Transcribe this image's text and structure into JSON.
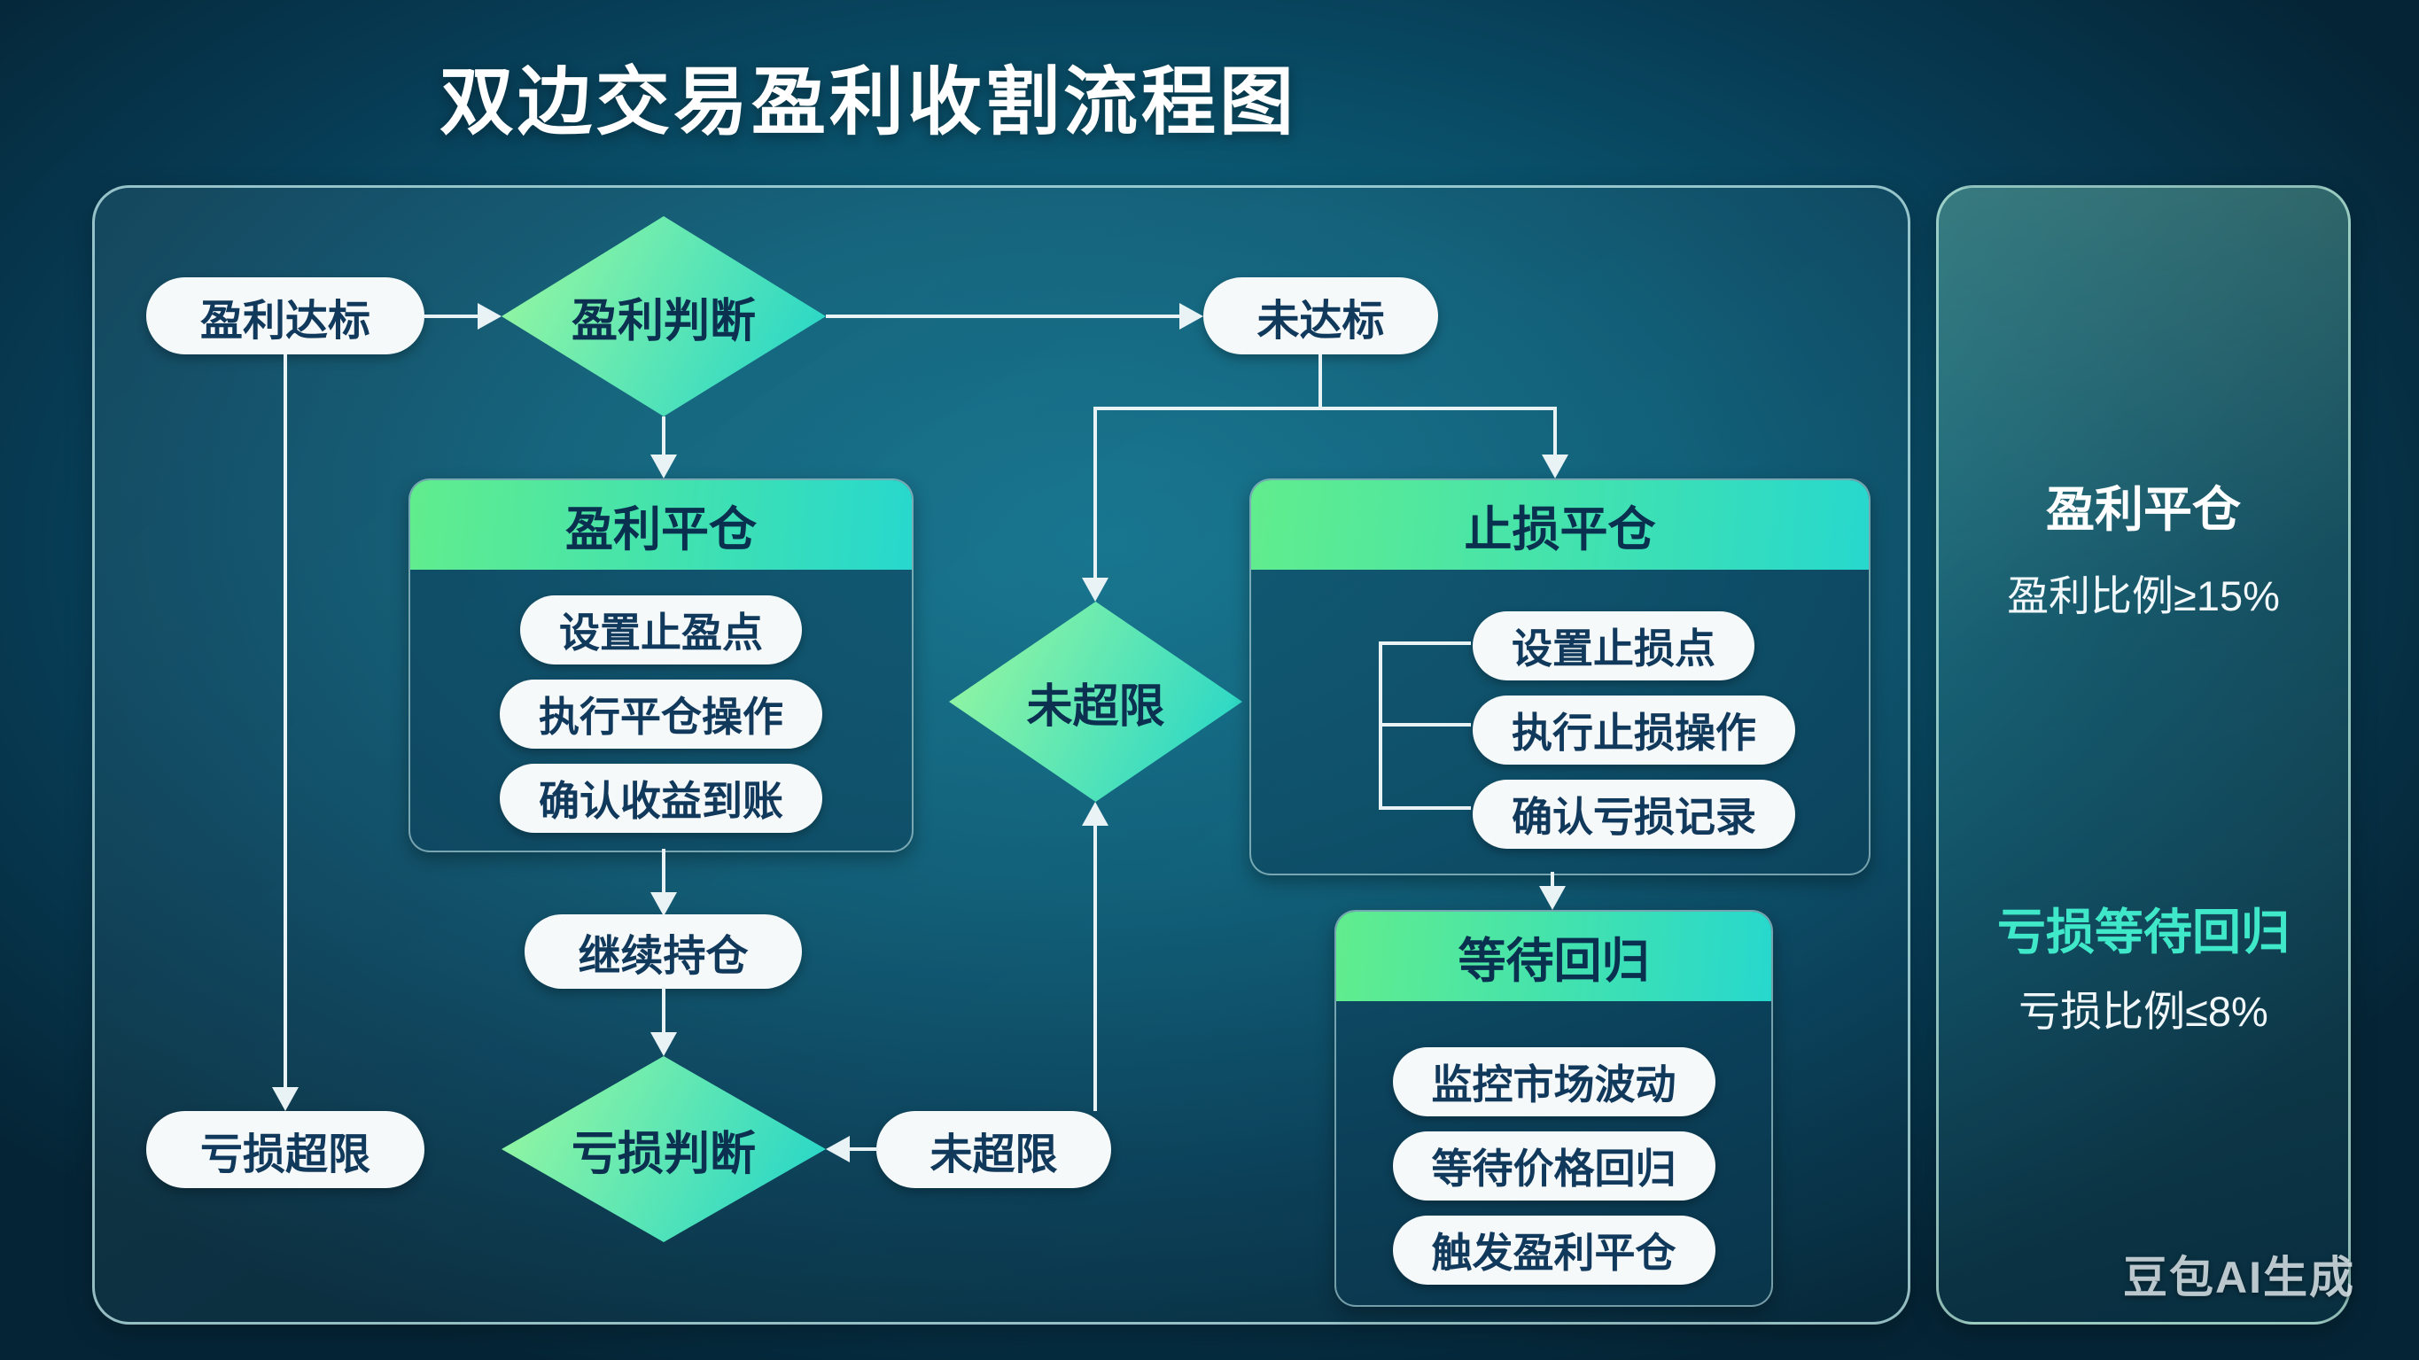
{
  "title": "双边交易盈利收割流程图",
  "flow": {
    "profit_reached": "盈利达标",
    "profit_judgment": "盈利判断",
    "not_reached": "未达标",
    "not_exceeded_mid": "未超限",
    "hold_position": "继续持仓",
    "loss_judgment": "亏损判断",
    "loss_exceeded": "亏损超限",
    "not_exceeded_bottom": "未超限",
    "profit_close": {
      "title": "盈利平仓",
      "steps": [
        "设置止盈点",
        "执行平仓操作",
        "确认收益到账"
      ]
    },
    "stop_loss": {
      "title": "止损平仓",
      "steps": [
        "设置止损点",
        "执行止损操作",
        "确认亏损记录"
      ]
    },
    "wait_return": {
      "title": "等待回归",
      "steps": [
        "监控市场波动",
        "等待价格回归",
        "触发盈利平仓"
      ]
    }
  },
  "sidebar": {
    "profit_title": "盈利平仓",
    "profit_condition": "盈利比例≥15%",
    "loss_title": "亏损等待回归",
    "loss_condition": "亏损比例≤8%"
  },
  "watermark": "豆包AI生成",
  "colors": {
    "background_center": "#11708a",
    "background_edge": "#052536",
    "node_gradient_start": "#93f6a1",
    "node_gradient_end": "#2dd8c6",
    "pill_bg": "#f5f9fa",
    "pill_text": "#11395c",
    "accent_teal": "#3fe8c8",
    "line": "#e9f3f6"
  }
}
